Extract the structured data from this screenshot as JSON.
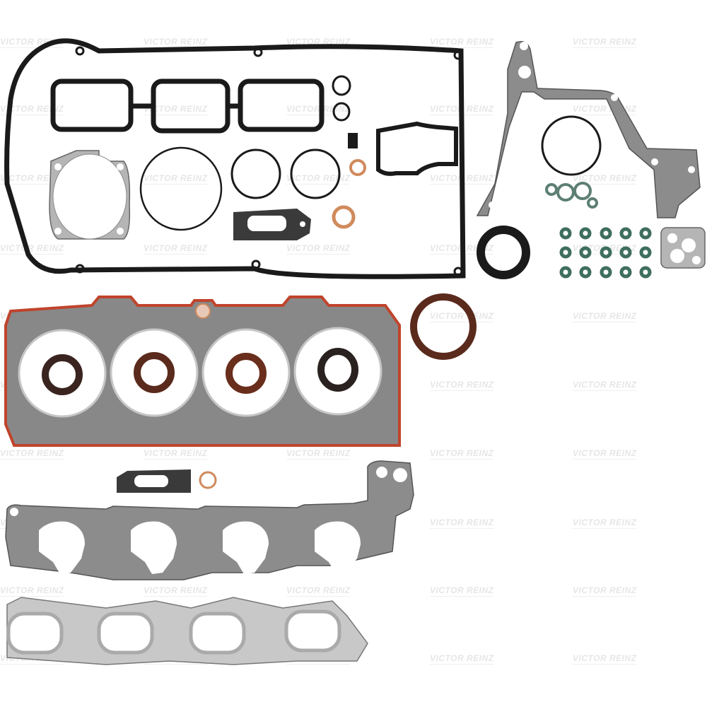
{
  "image": {
    "subject": "Engine full gasket set product photo",
    "brand_watermark": "VICTOR REINZ",
    "background": "#ffffff"
  },
  "colors": {
    "rubber_black": "#1a1a1a",
    "gasket_grey": "#8c8c8c",
    "gasket_light": "#b5b5b5",
    "silicone_red": "#c0442c",
    "seal_brown": "#5a2a1c",
    "seal_green": "#3f6e5e",
    "copper": "#d08a5c",
    "metal_silver": "#c8c8c8"
  },
  "parts": {
    "valve_cover_gasket": "Valve cover gasket",
    "spark_plug_seals": "Spark plug tube seals (3)",
    "head_gasket": "Cylinder head gasket",
    "valve_stem_seals": "Valve stem seals (16)",
    "intake_manifold_gasket": "Intake manifold gasket",
    "exhaust_manifold_gasket": "Exhaust manifold gasket",
    "timing_cover_gasket": "Timing cover gasket",
    "crank_seal": "Crankshaft seal",
    "camshaft_seals": "Camshaft seals (4)",
    "copper_washers": "Copper washers (3)",
    "throttle_body_gasket": "Throttle body gasket",
    "o_rings": "O-rings"
  }
}
